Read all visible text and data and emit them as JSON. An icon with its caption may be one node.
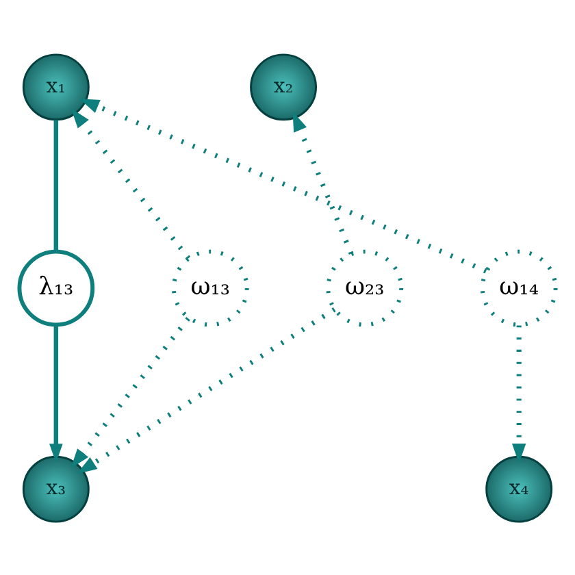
{
  "diagram": {
    "nodes": [
      {
        "text": [
          "x₁"
        ]
      },
      {
        "text": [
          "x₂"
        ]
      },
      {
        "text": [
          "λ₁₃"
        ]
      },
      {
        "text": [
          "ω₂₃"
        ]
      },
      {
        "text": [
          "ω₁₄"
        ]
      },
      {
        "text": [
          "ω₁₃"
        ]
      },
      {
        "text": [
          "x₃"
        ]
      },
      {
        "text": [
          "x₄"
        ]
      }
    ],
    "edges": [
      {
        "from": 0,
        "to": 2,
        "arrow": "none"
      },
      {
        "from": 2,
        "to": 6,
        "arrow": "to"
      },
      {
        "from": 5,
        "to": 0,
        "arrow": "to",
        "style": "dashed"
      },
      {
        "from": 5,
        "to": 6,
        "arrow": "to",
        "style": "dashed"
      },
      {
        "from": 3,
        "to": 1,
        "arrow": "to",
        "style": "dashed"
      },
      {
        "from": 3,
        "to": 6,
        "arrow": "to",
        "style": "dashed"
      },
      {
        "from": 4,
        "to": 0,
        "arrow": "to",
        "style": "dashed"
      },
      {
        "from": 4,
        "to": 7,
        "arrow": "to",
        "style": "dashed"
      }
    ]
  }
}
